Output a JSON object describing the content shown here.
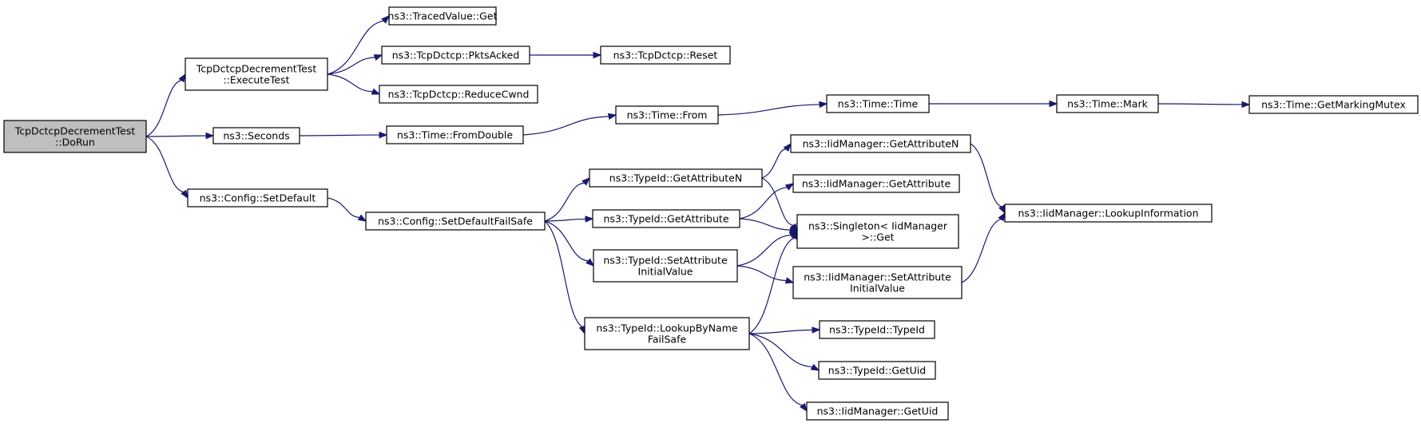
{
  "diagram": {
    "type": "call-graph",
    "colors": {
      "edge": "#191970",
      "root_fill": "#bfbfbf",
      "node_fill": "#ffffff",
      "border": "#000000"
    },
    "nodes": [
      {
        "id": "dorun",
        "lines": [
          "TcpDctcpDecrementTest",
          "::DoRun"
        ],
        "root": true
      },
      {
        "id": "execute",
        "lines": [
          "TcpDctcpDecrementTest",
          "::ExecuteTest"
        ]
      },
      {
        "id": "seconds",
        "lines": [
          "ns3::Seconds"
        ]
      },
      {
        "id": "setdefault",
        "lines": [
          "ns3::Config::SetDefault"
        ]
      },
      {
        "id": "tracedget",
        "lines": [
          "ns3::TracedValue::Get"
        ]
      },
      {
        "id": "pktsacked",
        "lines": [
          "ns3::TcpDctcp::PktsAcked"
        ]
      },
      {
        "id": "reset",
        "lines": [
          "ns3::TcpDctcp::Reset"
        ]
      },
      {
        "id": "reducecwnd",
        "lines": [
          "ns3::TcpDctcp::ReduceCwnd"
        ]
      },
      {
        "id": "fromdouble",
        "lines": [
          "ns3::Time::FromDouble"
        ]
      },
      {
        "id": "from",
        "lines": [
          "ns3::Time::From"
        ]
      },
      {
        "id": "time",
        "lines": [
          "ns3::Time::Time"
        ]
      },
      {
        "id": "mark",
        "lines": [
          "ns3::Time::Mark"
        ]
      },
      {
        "id": "mutex",
        "lines": [
          "ns3::Time::GetMarkingMutex"
        ]
      },
      {
        "id": "failsafe",
        "lines": [
          "ns3::Config::SetDefaultFailSafe"
        ]
      },
      {
        "id": "getattrn",
        "lines": [
          "ns3::TypeId::GetAttributeN"
        ]
      },
      {
        "id": "getattr",
        "lines": [
          "ns3::TypeId::GetAttribute"
        ]
      },
      {
        "id": "setattrinit",
        "lines": [
          "ns3::TypeId::SetAttribute",
          "InitialValue"
        ]
      },
      {
        "id": "lookup",
        "lines": [
          "ns3::TypeId::LookupByName",
          "FailSafe"
        ]
      },
      {
        "id": "iidgetattrn",
        "lines": [
          "ns3::IidManager::GetAttributeN"
        ]
      },
      {
        "id": "iidgetattr",
        "lines": [
          "ns3::IidManager::GetAttribute"
        ]
      },
      {
        "id": "singleton",
        "lines": [
          "ns3::Singleton< IidManager",
          ">::Get"
        ]
      },
      {
        "id": "iidsetattrinit",
        "lines": [
          "ns3::IidManager::SetAttribute",
          "InitialValue"
        ]
      },
      {
        "id": "lookupinfo",
        "lines": [
          "ns3::IidManager::LookupInformation"
        ]
      },
      {
        "id": "typeidctor",
        "lines": [
          "ns3::TypeId::TypeId"
        ]
      },
      {
        "id": "getuid",
        "lines": [
          "ns3::TypeId::GetUid"
        ]
      },
      {
        "id": "iidgetuid",
        "lines": [
          "ns3::IidManager::GetUid"
        ]
      }
    ],
    "edges": [
      [
        "dorun",
        "execute"
      ],
      [
        "dorun",
        "seconds"
      ],
      [
        "dorun",
        "setdefault"
      ],
      [
        "execute",
        "tracedget"
      ],
      [
        "execute",
        "pktsacked"
      ],
      [
        "execute",
        "reducecwnd"
      ],
      [
        "pktsacked",
        "reset"
      ],
      [
        "seconds",
        "fromdouble"
      ],
      [
        "fromdouble",
        "from"
      ],
      [
        "from",
        "time"
      ],
      [
        "time",
        "mark"
      ],
      [
        "mark",
        "mutex"
      ],
      [
        "setdefault",
        "failsafe"
      ],
      [
        "failsafe",
        "getattrn"
      ],
      [
        "failsafe",
        "getattr"
      ],
      [
        "failsafe",
        "setattrinit"
      ],
      [
        "failsafe",
        "lookup"
      ],
      [
        "getattrn",
        "iidgetattrn"
      ],
      [
        "getattrn",
        "singleton"
      ],
      [
        "getattr",
        "iidgetattr"
      ],
      [
        "getattr",
        "singleton"
      ],
      [
        "setattrinit",
        "singleton"
      ],
      [
        "setattrinit",
        "iidsetattrinit"
      ],
      [
        "lookup",
        "singleton"
      ],
      [
        "lookup",
        "typeidctor"
      ],
      [
        "lookup",
        "getuid"
      ],
      [
        "lookup",
        "iidgetuid"
      ],
      [
        "iidgetattrn",
        "lookupinfo"
      ],
      [
        "iidsetattrinit",
        "lookupinfo"
      ]
    ]
  }
}
